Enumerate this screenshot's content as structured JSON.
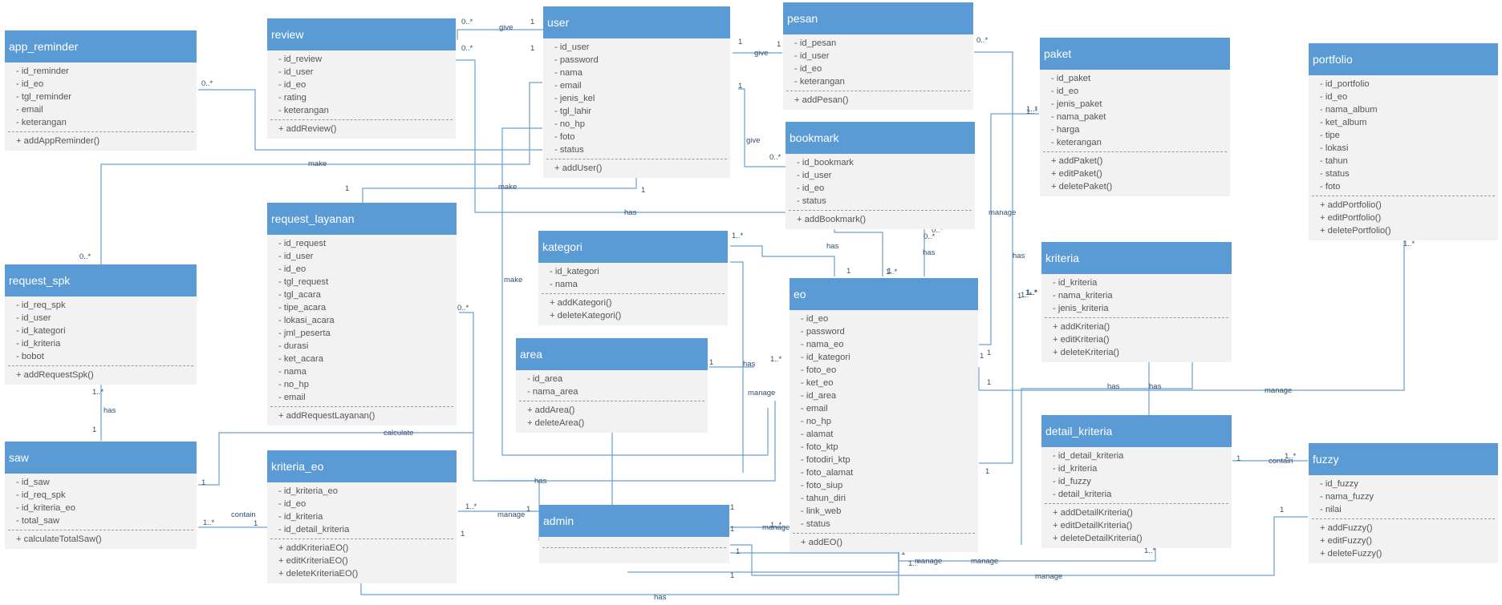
{
  "classes": {
    "app_reminder": {
      "name": "app_reminder",
      "attributes": [
        "- id_reminder",
        "- id_eo",
        "- tgl_reminder",
        "- email",
        "- keterangan"
      ],
      "operations": [
        "+ addAppReminder()"
      ]
    },
    "review": {
      "name": "review",
      "attributes": [
        "- id_review",
        "- id_user",
        "- id_eo",
        "- rating",
        "- keterangan"
      ],
      "operations": [
        "+ addReview()"
      ]
    },
    "user": {
      "name": "user",
      "attributes": [
        "- id_user",
        "- password",
        "- nama",
        "- email",
        "- jenis_kel",
        "- tgl_lahir",
        "- no_hp",
        "- foto",
        "- status"
      ],
      "operations": [
        "+ addUser()"
      ]
    },
    "pesan": {
      "name": "pesan",
      "attributes": [
        "- id_pesan",
        "- id_user",
        "- id_eo",
        "- keterangan"
      ],
      "operations": [
        "+ addPesan()"
      ]
    },
    "paket": {
      "name": "paket",
      "attributes": [
        "- id_paket",
        "- id_eo",
        "- jenis_paket",
        "- nama_paket",
        "- harga",
        "- keterangan"
      ],
      "operations": [
        "+ addPaket()",
        "+ editPaket()",
        "+ deletePaket()"
      ]
    },
    "portfolio": {
      "name": "portfolio",
      "attributes": [
        "- id_portfolio",
        "- id_eo",
        "- nama_album",
        "- ket_album",
        "- tipe",
        "- lokasi",
        "- tahun",
        "- status",
        "- foto"
      ],
      "operations": [
        "+ addPortfolio()",
        "+ editPortfolio()",
        "+ deletePortfolio()"
      ]
    },
    "bookmark": {
      "name": "bookmark",
      "attributes": [
        "- id_bookmark",
        "- id_user",
        "- id_eo",
        "- status"
      ],
      "operations": [
        "+ addBookmark()"
      ]
    },
    "request_layanan": {
      "name": "request_layanan",
      "attributes": [
        "- id_request",
        "- id_user",
        "- id_eo",
        "- tgl_request",
        "- tgl_acara",
        "- tipe_acara",
        "- lokasi_acara",
        "- jml_peserta",
        "- durasi",
        "- ket_acara",
        "- nama",
        "- no_hp",
        "- email"
      ],
      "operations": [
        "+ addRequestLayanan()"
      ]
    },
    "kategori": {
      "name": "kategori",
      "attributes": [
        "- id_kategori",
        "- nama"
      ],
      "operations": [
        "+ addKategori()",
        "+ deleteKategori()"
      ]
    },
    "request_spk": {
      "name": "request_spk",
      "attributes": [
        "- id_req_spk",
        "- id_user",
        "- id_kategori",
        "- id_kriteria",
        "- bobot"
      ],
      "operations": [
        "+ addRequestSpk()"
      ]
    },
    "kriteria": {
      "name": "kriteria",
      "attributes": [
        "- id_kriteria",
        "- nama_kriteria",
        "- jenis_kriteria"
      ],
      "operations": [
        "+ addKriteria()",
        "+ editKriteria()",
        "+ deleteKriteria()"
      ]
    },
    "eo": {
      "name": "eo",
      "attributes": [
        "- id_eo",
        "- password",
        "- nama_eo",
        "- id_kategori",
        "- foto_eo",
        "- ket_eo",
        "- id_area",
        "- email",
        "- no_hp",
        "- alamat",
        "- foto_ktp",
        "- fotodiri_ktp",
        "- foto_alamat",
        "- foto_siup",
        "- tahun_diri",
        "- link_web",
        "- status"
      ],
      "operations": [
        "+ addEO()"
      ]
    },
    "area": {
      "name": "area",
      "attributes": [
        "- id_area",
        "- nama_area"
      ],
      "operations": [
        "+ addArea()",
        "+ deleteArea()"
      ]
    },
    "saw": {
      "name": "saw",
      "attributes": [
        "- id_saw",
        "- id_req_spk",
        "- id_kriteria_eo",
        "- total_saw"
      ],
      "operations": [
        "+ calculateTotalSaw()"
      ]
    },
    "kriteria_eo": {
      "name": "kriteria_eo",
      "attributes": [
        "- id_kriteria_eo",
        "- id_eo",
        "- id_kriteria",
        "- id_detail_kriteria"
      ],
      "operations": [
        "+ addKriteriaEO()",
        "+ editKriteriaEO()",
        "+ deleteKriteriaEO()"
      ]
    },
    "detail_kriteria": {
      "name": "detail_kriteria",
      "attributes": [
        "- id_detail_kriteria",
        "- id_kriteria",
        "- id_fuzzy",
        "- detail_kriteria"
      ],
      "operations": [
        "+ addDetailKriteria()",
        "+ editDetailKriteria()",
        "+ deleteDetailKriteria()"
      ]
    },
    "fuzzy": {
      "name": "fuzzy",
      "attributes": [
        "- id_fuzzy",
        "- nama_fuzzy",
        "- nilai"
      ],
      "operations": [
        "+ addFuzzy()",
        "+ editFuzzy()",
        "+ deleteFuzzy()"
      ]
    },
    "admin": {
      "name": "admin",
      "attributes": [],
      "operations": []
    }
  },
  "edge_labels": [
    "give",
    "give",
    "give",
    "make",
    "make",
    "make",
    "has",
    "has",
    "has",
    "has",
    "has",
    "has",
    "has",
    "has",
    "has",
    "has",
    "manage",
    "manage",
    "manage",
    "manage",
    "manage",
    "manage",
    "manage",
    "manage",
    "calculate",
    "contain",
    "contain"
  ],
  "multiplicities": [
    "0..*",
    "1",
    "0..*",
    "1",
    "0..*",
    "1",
    "0..*",
    "1",
    "0..*",
    "0..*",
    "0..*",
    "1",
    "1",
    "0..*",
    "0..*",
    "1",
    "1..*",
    "1",
    "1..*",
    "1..*",
    "1..*",
    "1",
    "1..*",
    "1",
    "1",
    "1..*",
    "1",
    "1..*",
    "1",
    "1..*",
    "1",
    "1",
    "1..*",
    "1",
    "1..*",
    "1",
    "1..*",
    "1..*",
    "1",
    "1",
    "1",
    "1..*",
    "1",
    "1",
    "1..*",
    "1",
    "1",
    "1",
    "1..*",
    "1",
    "1..*",
    "1"
  ]
}
